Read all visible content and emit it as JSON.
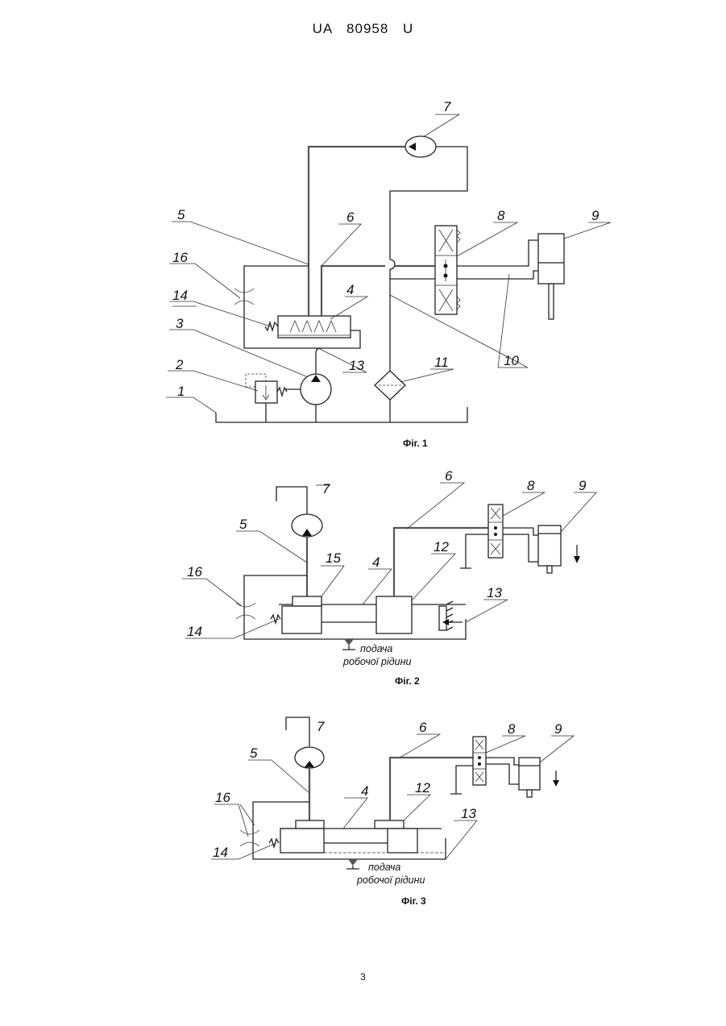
{
  "header": {
    "doc_id": "UA   80958   U"
  },
  "page": {
    "number": "3"
  },
  "figures": [
    {
      "caption": "Фіг. 1",
      "labels": [
        "1",
        "2",
        "3",
        "4",
        "5",
        "6",
        "7",
        "8",
        "9",
        "10",
        "11",
        "13",
        "14",
        "16"
      ]
    },
    {
      "caption": "Фіг. 2",
      "labels": [
        "4",
        "5",
        "6",
        "7",
        "8",
        "9",
        "12",
        "13",
        "14",
        "15",
        "16"
      ],
      "note": [
        "подача",
        "робочої рідини"
      ]
    },
    {
      "caption": "Фіг. 3",
      "labels": [
        "4",
        "5",
        "6",
        "7",
        "8",
        "9",
        "12",
        "13",
        "14",
        "16"
      ],
      "note": [
        "подача",
        "робочої рідини"
      ]
    }
  ]
}
